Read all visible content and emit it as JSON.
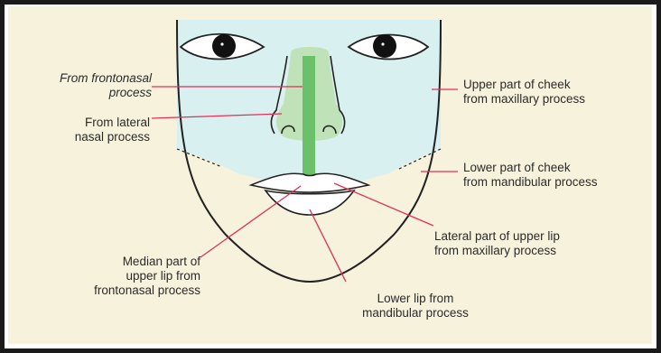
{
  "colors": {
    "background": "#f6f2dc",
    "frame": "#1a1a1a",
    "upper_face": "#d9f0f0",
    "nose": "#bfe2b8",
    "median_strip": "#6cc06a",
    "leader_lines": "#e0305a",
    "outline": "#222222"
  },
  "labels": {
    "frontonasal": [
      "From frontonasal",
      "process"
    ],
    "lateral_nasal": [
      "From lateral",
      "nasal process"
    ],
    "median_lip": [
      "Median part of",
      "upper lip from",
      "frontonasal process"
    ],
    "upper_cheek": [
      "Upper part of cheek",
      "from maxillary process"
    ],
    "lower_cheek": [
      "Lower part of cheek",
      "from mandibular process"
    ],
    "lateral_lip": [
      "Lateral part of upper lip",
      "from maxillary process"
    ],
    "lower_lip": [
      "Lower lip from",
      "mandibular process"
    ]
  }
}
